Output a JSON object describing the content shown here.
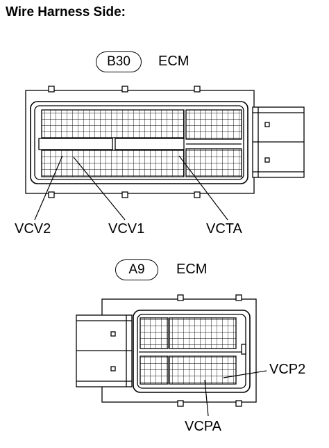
{
  "header": {
    "title": "Wire Harness Side:"
  },
  "connectors": [
    {
      "id": "B30",
      "name": "ECM",
      "pins": [
        "VCV2",
        "VCV1",
        "VCTA"
      ]
    },
    {
      "id": "A9",
      "name": "ECM",
      "pins": [
        "VCP2",
        "VCPA"
      ]
    }
  ]
}
